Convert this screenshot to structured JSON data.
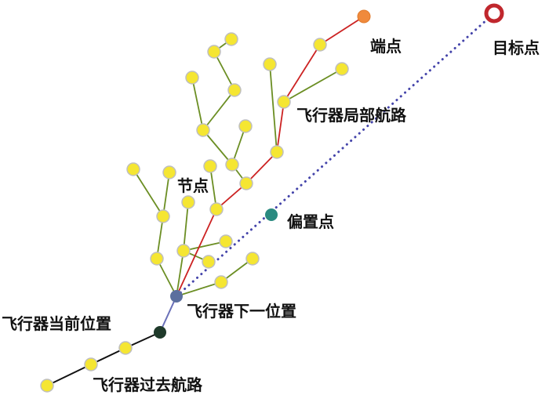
{
  "labels": {
    "endpoint": "端点",
    "target": "目标点",
    "local_path": "飞行器局部航路",
    "node": "节点",
    "bias_point": "偏置点",
    "next_position": "飞行器下一位置",
    "current_position": "飞行器当前位置",
    "past_path": "飞行器过去航路"
  },
  "colors": {
    "tree_edge": "#6b8e23",
    "local_path": "#cc2222",
    "bias_line": "#4444aa",
    "node_fill": "#f5e632",
    "node_stroke": "#bfbfbf",
    "endpoint_fill": "#f08a3c",
    "target_ring": "#c0272d",
    "bias_point_fill": "#2a8a80",
    "next_position_fill": "#5b6f9e",
    "current_position_fill": "#1f3a2a",
    "past_path": "#111111",
    "next_link": "#6a70b8"
  }
}
